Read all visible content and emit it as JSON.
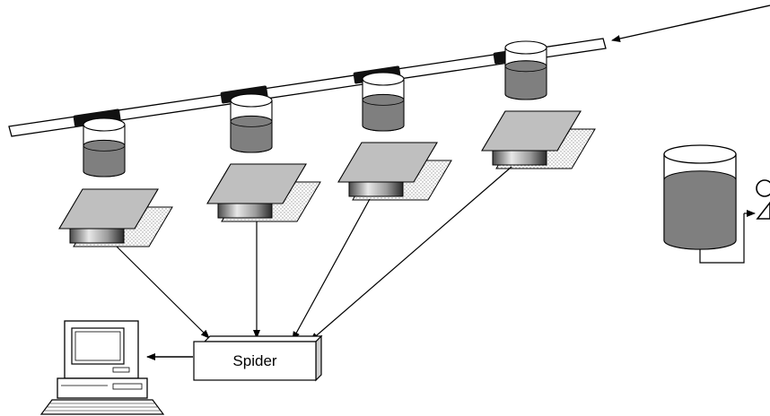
{
  "diagram": {
    "spider_box": {
      "label": "Spider"
    },
    "stations": [
      {
        "id": "station-1",
        "fill_level": 0.55
      },
      {
        "id": "station-2",
        "fill_level": 0.55
      },
      {
        "id": "station-3",
        "fill_level": 0.55
      },
      {
        "id": "station-4",
        "fill_level": 0.6
      }
    ],
    "reservoir": {
      "fill_level": 0.7
    },
    "colors": {
      "liquid": "#7f7f7f",
      "plate": "#bfbfbf",
      "shadow_plate": "#dcdcdc",
      "clamp": "#111111",
      "line": "#000000"
    }
  }
}
